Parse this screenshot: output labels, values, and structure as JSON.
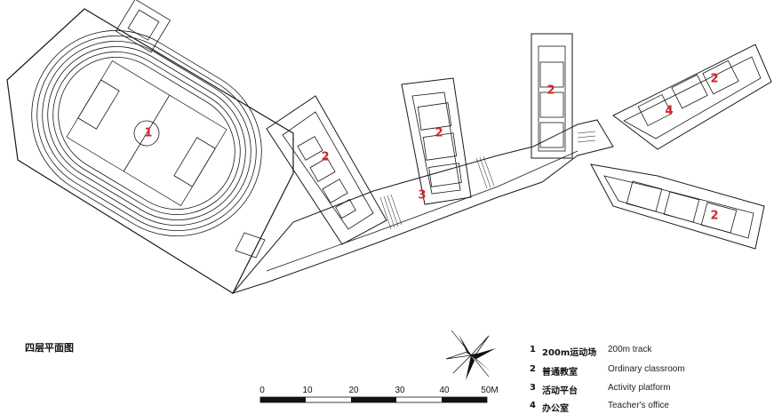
{
  "plan_title": "四层平面图",
  "zone_labels": [
    {
      "id": "track",
      "text": "1"
    },
    {
      "id": "classroom-west",
      "text": "2"
    },
    {
      "id": "classroom-center",
      "text": "2"
    },
    {
      "id": "classroom-north",
      "text": "2"
    },
    {
      "id": "classroom-ne",
      "text": "2"
    },
    {
      "id": "classroom-se",
      "text": "2"
    },
    {
      "id": "platform",
      "text": "3"
    },
    {
      "id": "office",
      "text": "4"
    }
  ],
  "legend": [
    {
      "num": "1",
      "cn": "200m运动场",
      "en": "200m track"
    },
    {
      "num": "2",
      "cn": "普通教室",
      "en": "Ordinary classroom"
    },
    {
      "num": "3",
      "cn": "活动平台",
      "en": "Activity platform"
    },
    {
      "num": "4",
      "cn": "办公室",
      "en": "Teacher's office"
    }
  ],
  "scale_bar": {
    "ticks": [
      "0",
      "10",
      "20",
      "30",
      "40",
      "50M"
    ]
  },
  "colors": {
    "line": "#1a1a1a",
    "label": "#d4232a",
    "fill": "#ffffff"
  },
  "icons": {
    "north_arrow": "north-arrow-icon"
  }
}
